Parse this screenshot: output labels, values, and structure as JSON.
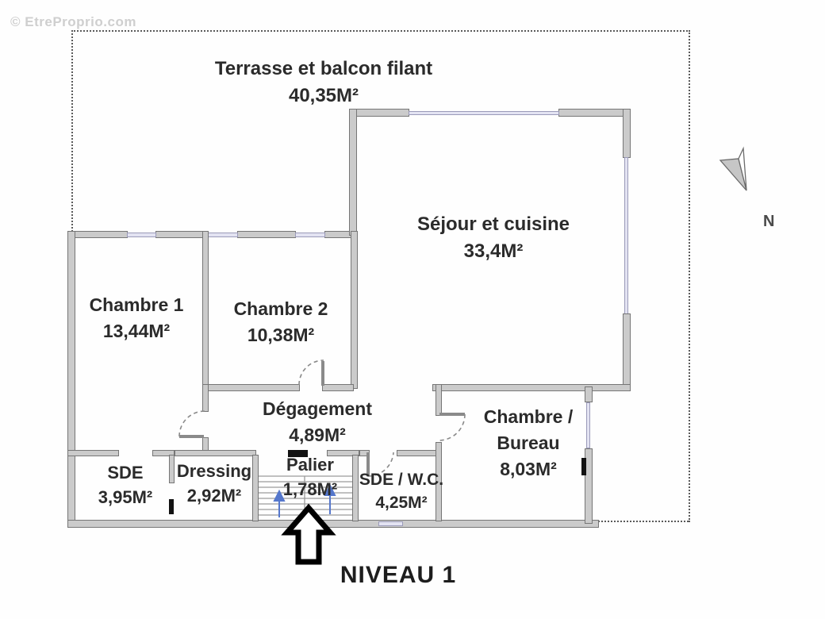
{
  "watermark": "© EtreProprio.com",
  "title": "NIVEAU 1",
  "north_label": "N",
  "rooms": {
    "terrasse": {
      "name": "Terrasse et balcon filant",
      "area": "40,35M²"
    },
    "sejour": {
      "name": "Séjour et cuisine",
      "area": "33,4M²"
    },
    "chambre1": {
      "name": "Chambre 1",
      "area": "13,44M²"
    },
    "chambre2": {
      "name": "Chambre 2",
      "area": "10,38M²"
    },
    "degagement": {
      "name": "Dégagement",
      "area": "4,89M²"
    },
    "chambre_bureau": {
      "line1": "Chambre /",
      "line2": "Bureau",
      "area": "8,03M²"
    },
    "sde": {
      "name": "SDE",
      "area": "3,95M²"
    },
    "dressing": {
      "name": "Dressing",
      "area": "2,92M²"
    },
    "palier": {
      "name": "Palier",
      "area": "1,78M²"
    },
    "sde_wc": {
      "name": "SDE / W.C.",
      "area": "4,25M²"
    }
  },
  "colors": {
    "wall": "#cbcbcb",
    "wall_edge": "#767676",
    "window": "#e3e3f2",
    "dashed_boundary": "#5a5a5a",
    "label_text": "#2b2b2b",
    "stair_arrow_blue": "#5577cc",
    "entrance_arrow": "#000000",
    "watermark_gray": "#cfcfcf"
  }
}
